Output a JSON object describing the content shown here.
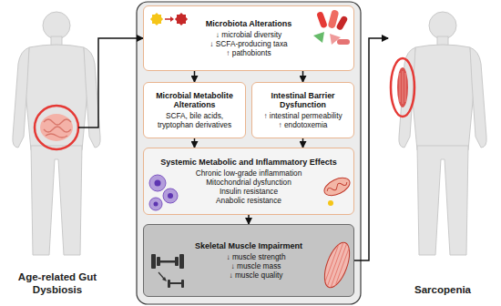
{
  "diagram": {
    "nodes": [
      {
        "text": [
          "Age-related Gut Dysbiosis"
        ]
      },
      {
        "text": [
          "Microbiota Alterations",
          "↓ microbial diversity",
          "↓ SCFA-producing taxa",
          "↑ pathobionts"
        ]
      },
      {
        "text": [
          "Microbial Metabolite Alterations",
          "SCFA, bile acids, tryptophan derivatives"
        ]
      },
      {
        "text": [
          "Intestinal Barrier Dysfunction",
          "↑ intestinal permeability",
          "↑ endotoxemia"
        ]
      },
      {
        "text": [
          "Systemic Metabolic and Inflammatory Effects",
          "Chronic low-grade inflammation",
          "Mitochondrial dysfunction",
          "Insulin resistance",
          "Anabolic resistance"
        ]
      },
      {
        "text": [
          "Skeletal Muscle Impairment",
          "↓ muscle strength",
          "↓ muscle mass",
          "↓ muscle quality"
        ]
      },
      {
        "text": [
          "Sarcopenia"
        ]
      }
    ],
    "edges": [
      {
        "from": 0,
        "to": 1,
        "arrow": "to"
      },
      {
        "from": 1,
        "to": 2,
        "arrow": "to"
      },
      {
        "from": 1,
        "to": 3,
        "arrow": "to"
      },
      {
        "from": 2,
        "to": 4,
        "arrow": "to"
      },
      {
        "from": 3,
        "to": 4,
        "arrow": "to"
      },
      {
        "from": 4,
        "to": 5,
        "arrow": "to"
      },
      {
        "from": 5,
        "to": 6,
        "arrow": "to"
      }
    ]
  }
}
